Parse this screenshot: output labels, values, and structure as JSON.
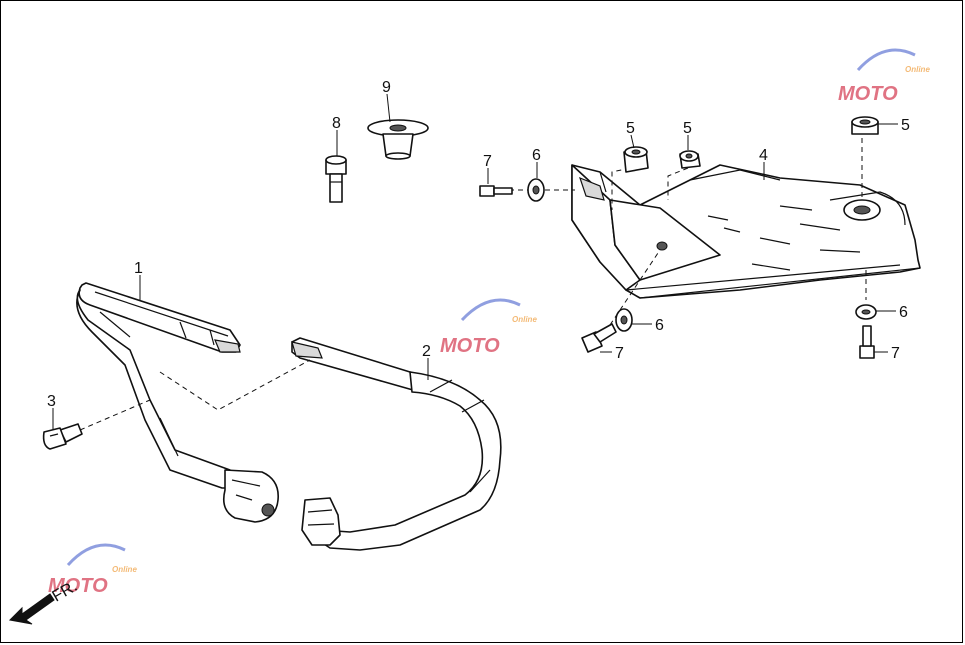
{
  "diagram": {
    "callouts": [
      {
        "id": "c1",
        "number": "1"
      },
      {
        "id": "c2",
        "number": "2"
      },
      {
        "id": "c3",
        "number": "3"
      },
      {
        "id": "c4",
        "number": "4"
      },
      {
        "id": "c5a",
        "number": "5"
      },
      {
        "id": "c5b",
        "number": "5"
      },
      {
        "id": "c5c",
        "number": "5"
      },
      {
        "id": "c6a",
        "number": "6"
      },
      {
        "id": "c6b",
        "number": "6"
      },
      {
        "id": "c6c",
        "number": "6"
      },
      {
        "id": "c7a",
        "number": "7"
      },
      {
        "id": "c7b",
        "number": "7"
      },
      {
        "id": "c7c",
        "number": "7"
      },
      {
        "id": "c8",
        "number": "8"
      },
      {
        "id": "c9",
        "number": "9"
      }
    ],
    "front_indicator": "FR.",
    "watermark": {
      "brand": "MOTO",
      "tagline": "Online"
    }
  },
  "colors": {
    "line": "#111111",
    "watermark_red": "#d6455a",
    "watermark_blue": "#6b7fd6",
    "watermark_orange": "#f0a44a"
  }
}
